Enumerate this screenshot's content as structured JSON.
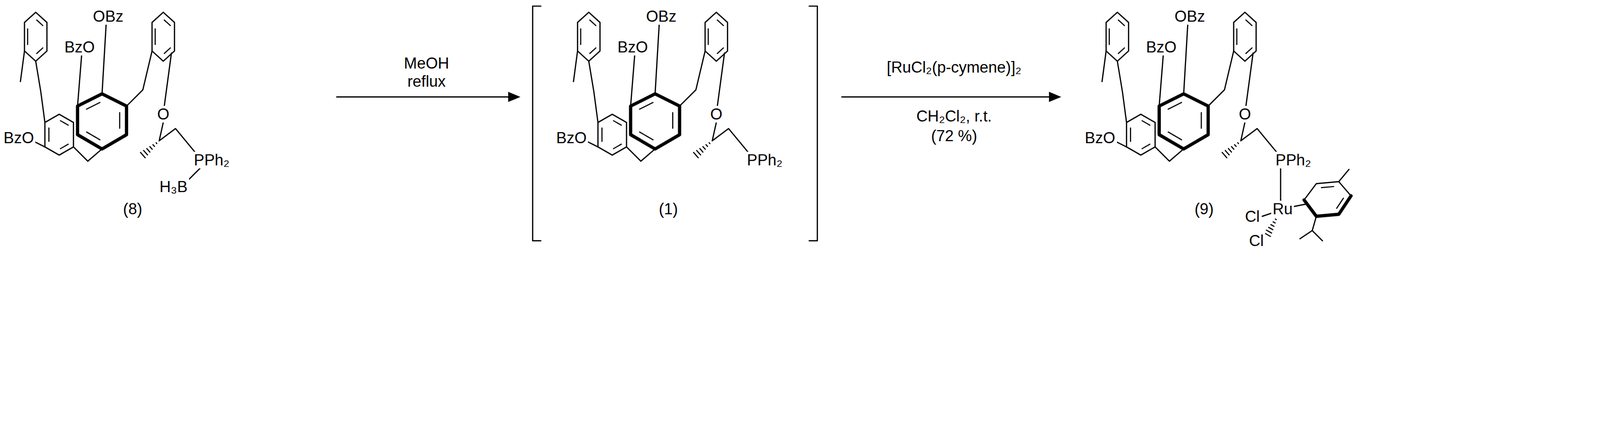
{
  "diagram": {
    "labels": [
      "BzO",
      "OBz",
      "BzO",
      "O",
      "PPh₂",
      "H₃B",
      "(8)",
      "MeOH",
      "reflux",
      "BzO",
      "OBz",
      "BzO",
      "O",
      "PPh₂",
      "(1)",
      "[RuCl₂(p-cymene)]₂",
      "CH₂Cl₂, r.t.",
      "(72 %)",
      "BzO",
      "OBz",
      "BzO",
      "O",
      "PPh₂",
      "Ru",
      "Cl",
      "Cl",
      "(9)"
    ]
  }
}
